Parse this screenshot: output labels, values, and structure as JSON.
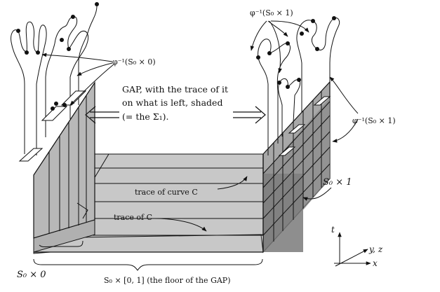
{
  "labels": {
    "preimage_s0_0": "φ⁻¹(S₀ × 0)",
    "preimage_s0_1_top": "φ⁻¹(S₀ × 1)",
    "preimage_s0_1_right": "φ⁻¹(S₀ × 1)",
    "gap_line1": "GAP, with the trace of it",
    "gap_line2": "on what is left, shaded",
    "gap_line3": "(= the Σ₁).",
    "trace_curve": "trace of curve C",
    "trace_c": "trace of C",
    "s0_x0": "S₀ × 0",
    "s0_x1": "S₀ × 1",
    "floor": "S₀ × [0, 1] (the floor of the GAP)"
  },
  "axes": {
    "t": "t",
    "yz": "y, z",
    "x": "x"
  }
}
